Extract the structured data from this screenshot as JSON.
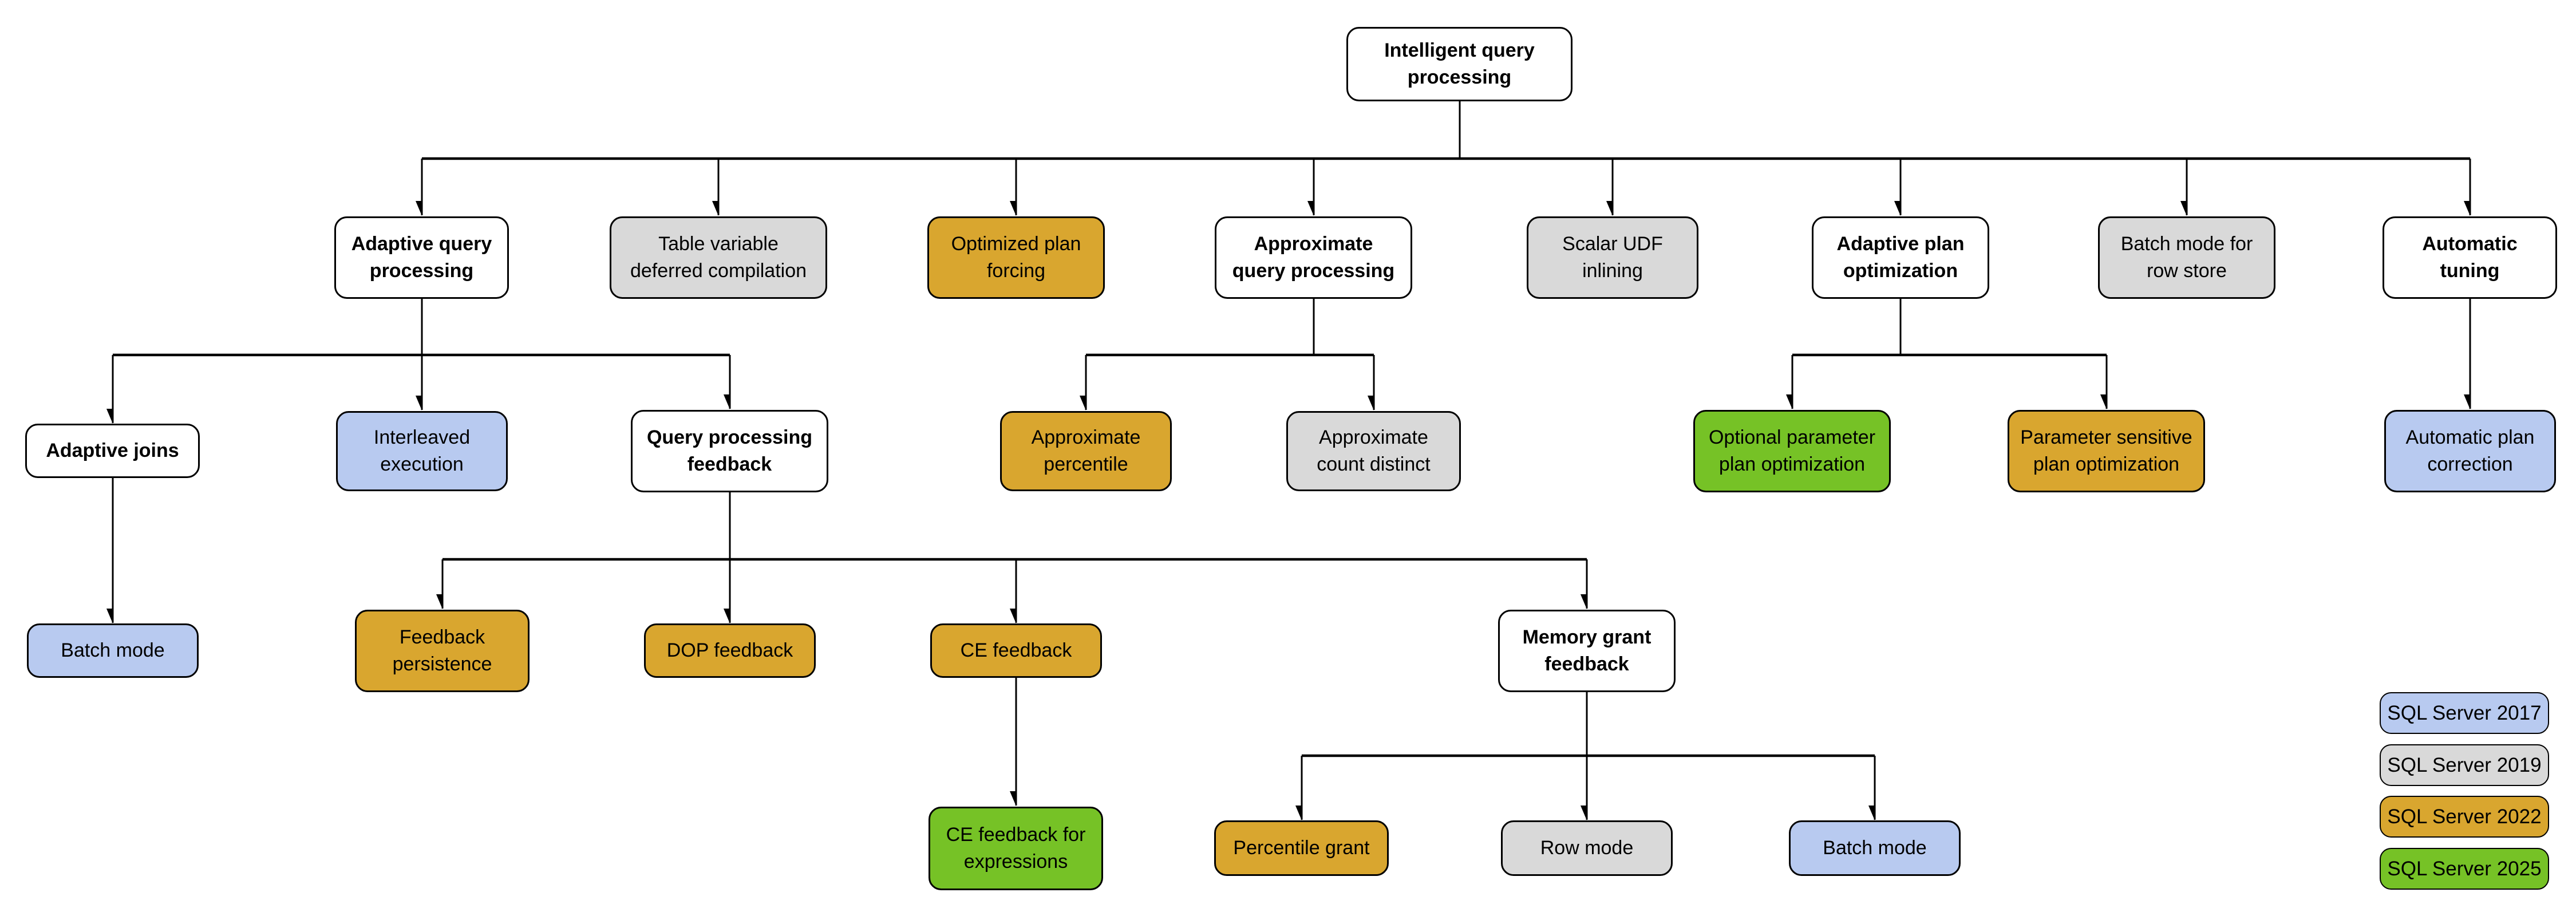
{
  "palette": {
    "plain": "#FFFFFF",
    "sql2017": "#B8CAF0",
    "sql2019": "#D9D9D9",
    "sql2022": "#D9A62F",
    "sql2025": "#76C226",
    "line": "#000000"
  },
  "nodes": {
    "root": "Intelligent query\nprocessing",
    "adaptive_qp": "Adaptive query\nprocessing",
    "table_variable": "Table variable\ndeferred compilation",
    "optimized_plan_forcing": "Optimized plan\nforcing",
    "approx_qp": "Approximate\nquery processing",
    "scalar_udf": "Scalar UDF\ninlining",
    "adaptive_plan_opt": "Adaptive plan\noptimization",
    "batch_mode_row_store": "Batch mode for\nrow store",
    "automatic_tuning": "Automatic\ntuning",
    "adaptive_joins": "Adaptive joins",
    "interleaved_execution": "Interleaved\nexecution",
    "qp_feedback": "Query processing\nfeedback",
    "approx_percentile": "Approximate\npercentile",
    "approx_count_distinct": "Approximate\ncount distinct",
    "optional_ppo": "Optional parameter\nplan optimization",
    "param_sensitive_po": "Parameter sensitive\nplan optimization",
    "auto_plan_correction": "Automatic plan\ncorrection",
    "batch_mode_aj": "Batch mode",
    "feedback_persistence": "Feedback\npersistence",
    "dop_feedback": "DOP feedback",
    "ce_feedback": "CE feedback",
    "memory_grant_feedback": "Memory grant\nfeedback",
    "ce_feedback_expressions": "CE feedback for\nexpressions",
    "percentile_grant": "Percentile grant",
    "row_mode": "Row mode",
    "batch_mode_mgf": "Batch mode"
  },
  "legend": {
    "items": [
      {
        "label": "SQL Server 2017",
        "colorkey": "sql2017"
      },
      {
        "label": "SQL Server 2019",
        "colorkey": "sql2019"
      },
      {
        "label": "SQL Server 2022",
        "colorkey": "sql2022"
      },
      {
        "label": "SQL Server 2025",
        "colorkey": "sql2025"
      }
    ]
  }
}
